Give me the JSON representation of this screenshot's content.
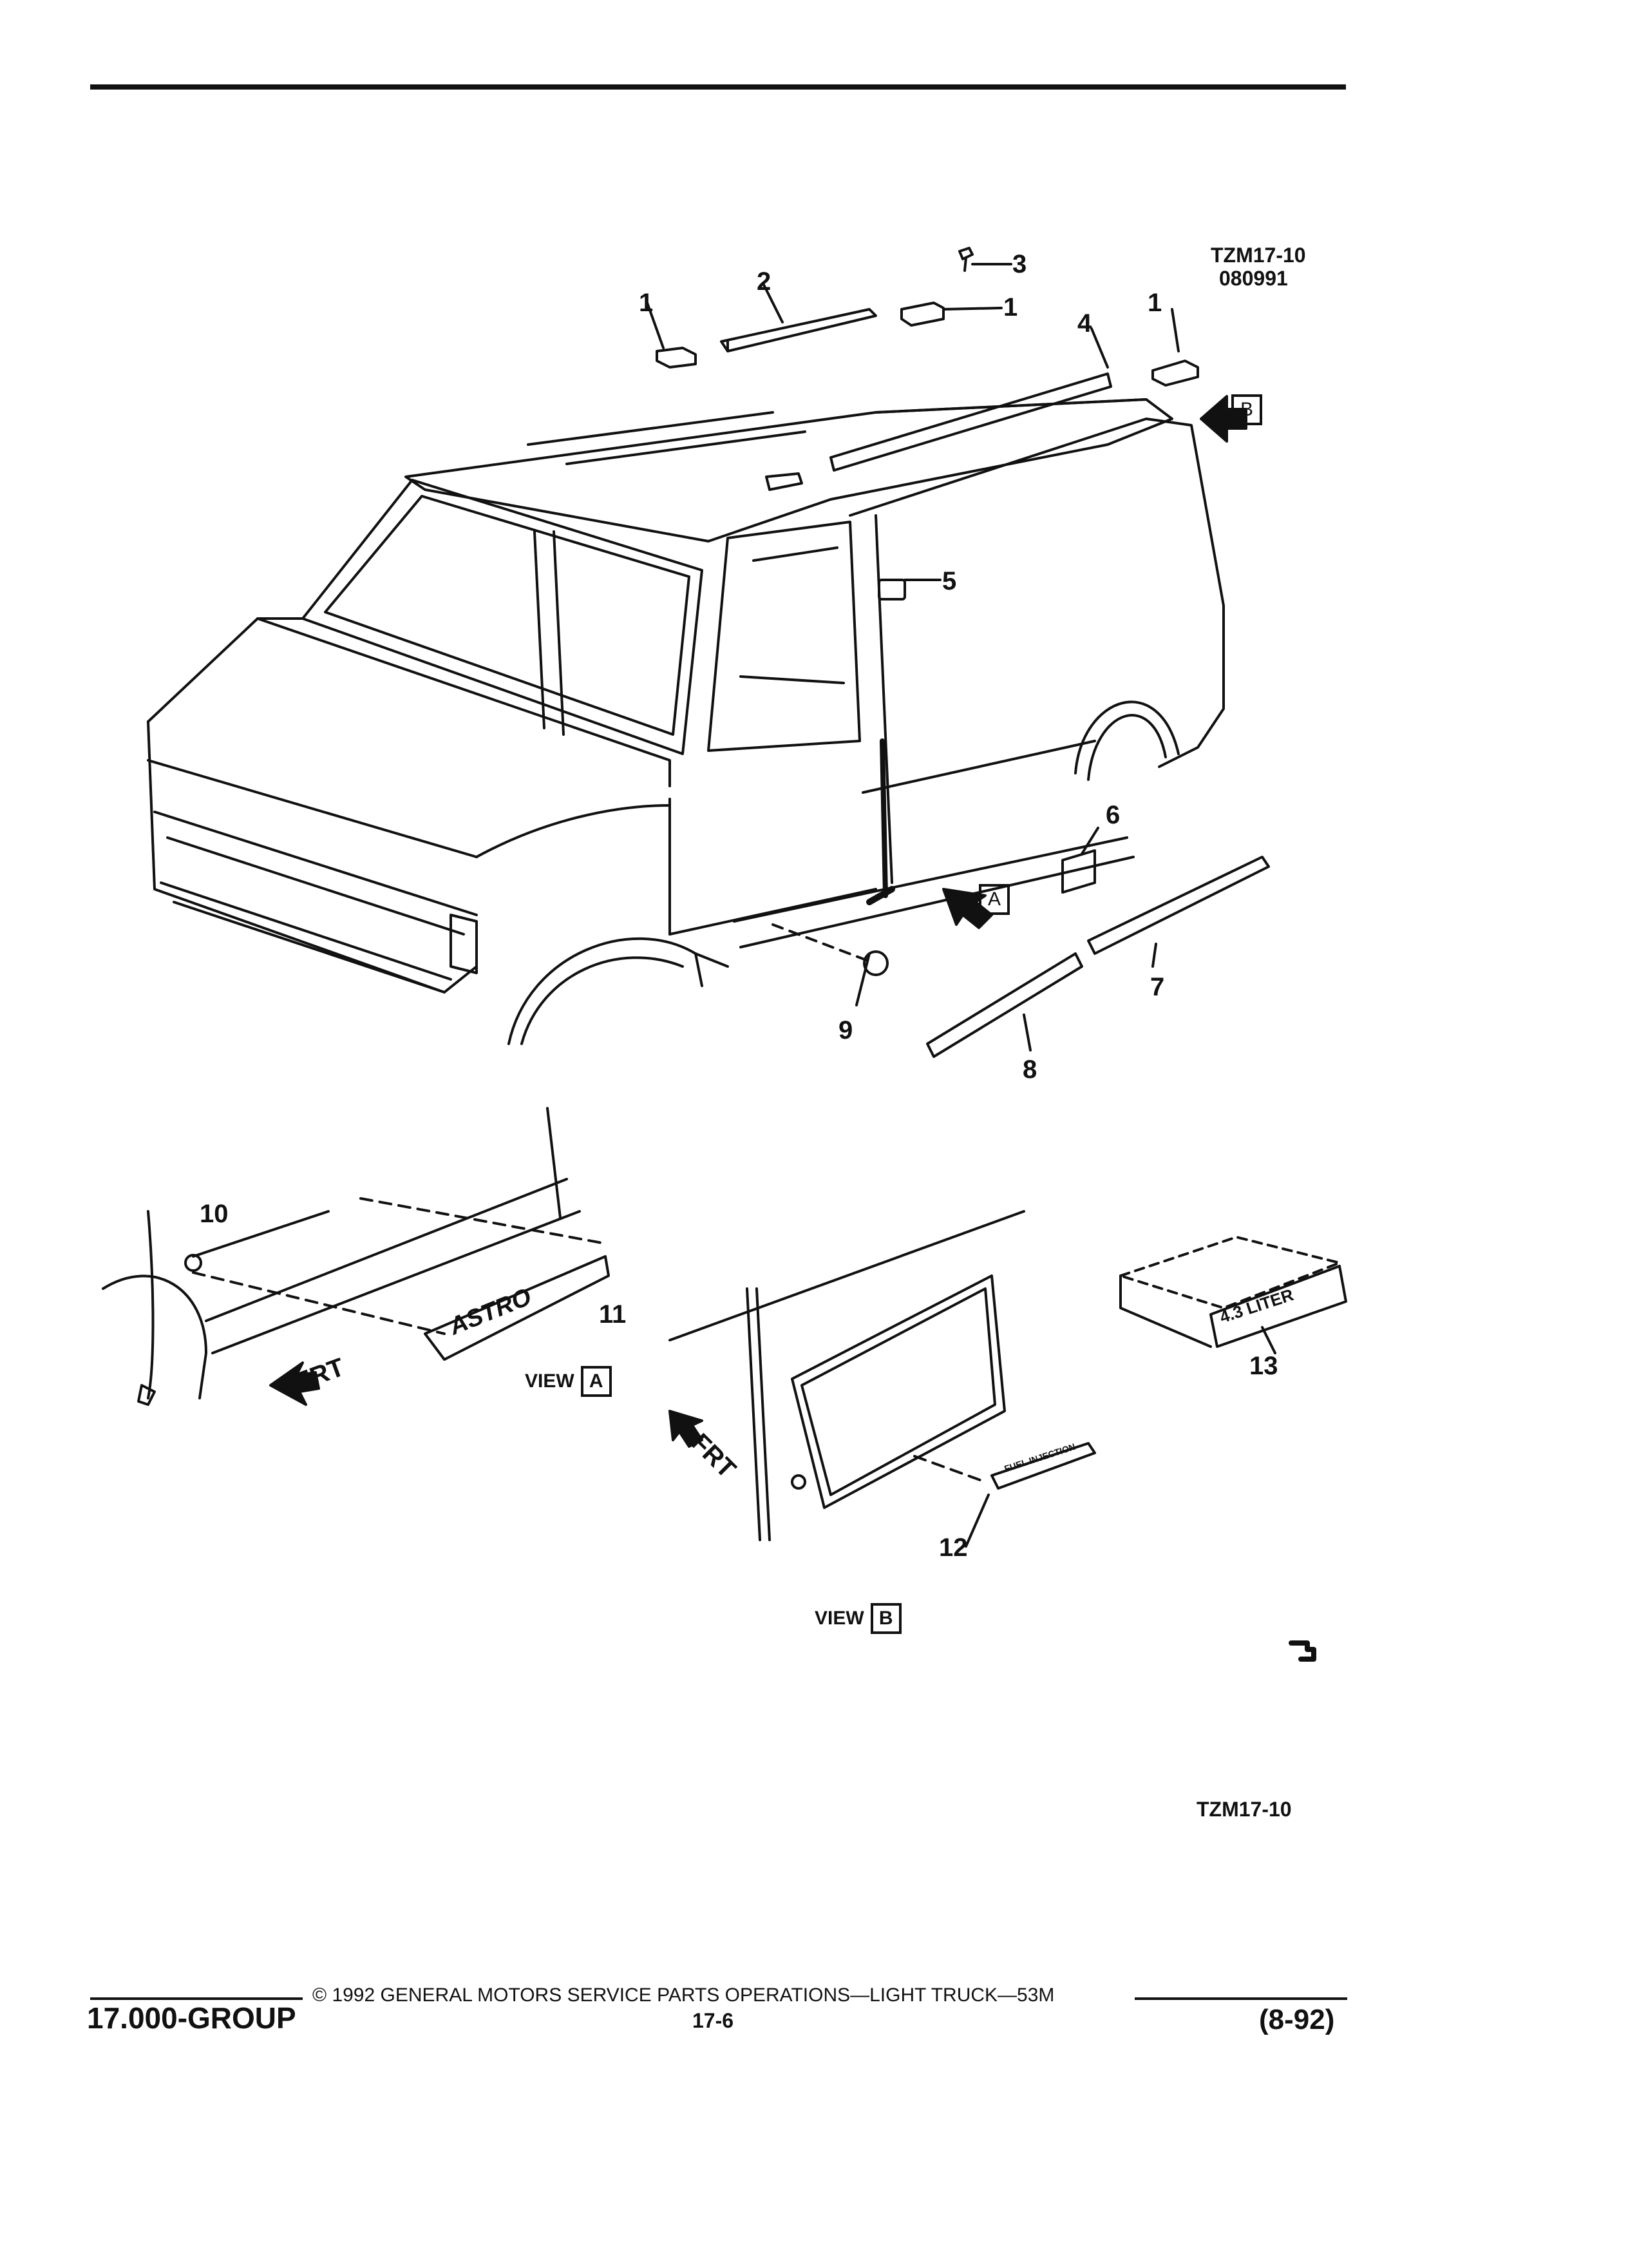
{
  "drawing": {
    "code": "TZM17-10",
    "date_code": "080991",
    "bottom_code": "TZM17-10"
  },
  "callouts": [
    "1",
    "2",
    "3",
    "1",
    "4",
    "1",
    "5",
    "6",
    "7",
    "8",
    "9",
    "10",
    "11",
    "12",
    "13"
  ],
  "views": {
    "view_a": {
      "label": "VIEW",
      "box": "A"
    },
    "view_b": {
      "label": "VIEW",
      "box": "B"
    }
  },
  "arrow_letters": {
    "a": "A",
    "b": "B"
  },
  "front_labels": [
    "FRT",
    "FRT"
  ],
  "emblem_texts": {
    "astro": "ASTRO",
    "fuel": "FUEL INJECTION",
    "engine": "4.3 LITER"
  },
  "footer": {
    "group": "17.000-GROUP",
    "copyright": "© 1992 GENERAL MOTORS SERVICE PARTS OPERATIONS—LIGHT TRUCK—53M",
    "page": "17-6",
    "date": "(8-92)"
  }
}
